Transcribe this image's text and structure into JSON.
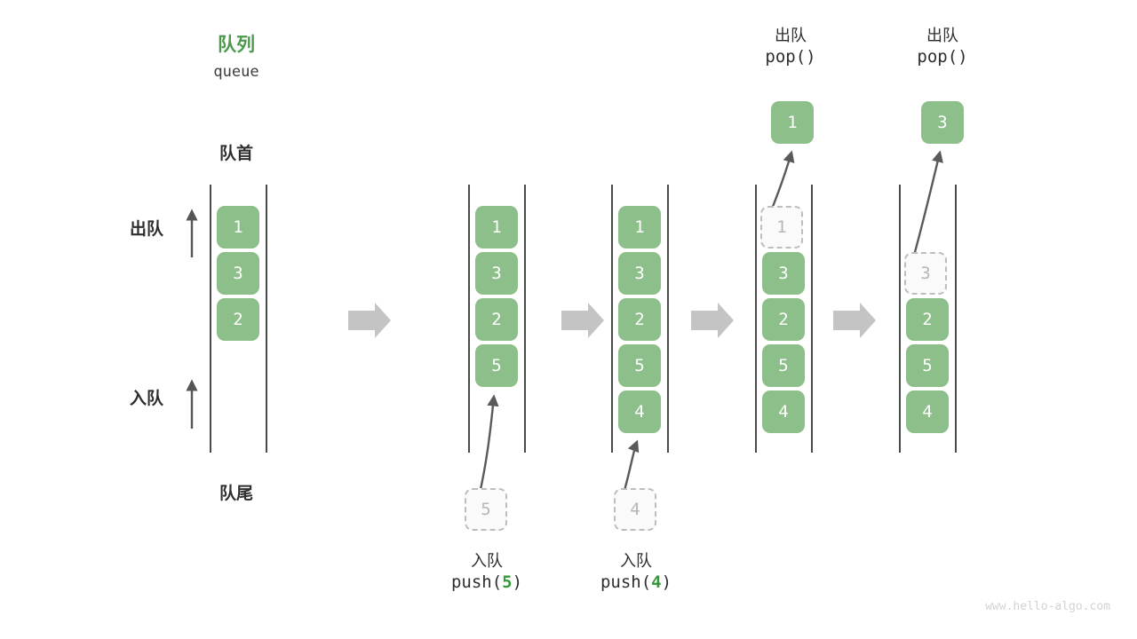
{
  "title": {
    "cn": "队列",
    "en": "queue",
    "color": "#4c9a4c"
  },
  "labels": {
    "front": "队首",
    "rear": "队尾",
    "dequeue": "出队",
    "enqueue": "入队"
  },
  "colors": {
    "element": "#8cbf89",
    "element_text": "#ffffff",
    "ghost_fill": "#fafafa",
    "ghost_border": "#bdbdbd",
    "ghost_text": "#b6b6b6",
    "rail": "#4a4a4a",
    "arrow": "#c4c4c4",
    "curve_arrow": "#5a5a5a",
    "accent": "#35993a",
    "text": "#2e2e2e"
  },
  "columns": [
    {
      "id": "initial",
      "cells": [
        {
          "value": "1",
          "state": "filled"
        },
        {
          "value": "3",
          "state": "filled"
        },
        {
          "value": "2",
          "state": "filled"
        }
      ]
    },
    {
      "id": "after-push-5",
      "cells": [
        {
          "value": "1",
          "state": "filled"
        },
        {
          "value": "3",
          "state": "filled"
        },
        {
          "value": "2",
          "state": "filled"
        },
        {
          "value": "5",
          "state": "filled"
        }
      ],
      "operation": {
        "cn": "入队",
        "code_prefix": "push(",
        "code_arg": "5",
        "code_suffix": ")"
      },
      "incoming": {
        "value": "5",
        "state": "ghost"
      }
    },
    {
      "id": "after-push-4",
      "cells": [
        {
          "value": "1",
          "state": "filled"
        },
        {
          "value": "3",
          "state": "filled"
        },
        {
          "value": "2",
          "state": "filled"
        },
        {
          "value": "5",
          "state": "filled"
        },
        {
          "value": "4",
          "state": "filled"
        }
      ],
      "operation": {
        "cn": "入队",
        "code_prefix": "push(",
        "code_arg": "4",
        "code_suffix": ")"
      },
      "incoming": {
        "value": "4",
        "state": "ghost"
      }
    },
    {
      "id": "after-pop-1",
      "cells": [
        {
          "value": "1",
          "state": "ghost"
        },
        {
          "value": "3",
          "state": "filled"
        },
        {
          "value": "2",
          "state": "filled"
        },
        {
          "value": "5",
          "state": "filled"
        },
        {
          "value": "4",
          "state": "filled"
        }
      ],
      "operation": {
        "cn": "出队",
        "code_prefix": "pop(",
        "code_arg": "",
        "code_suffix": ")"
      },
      "popped": {
        "value": "1",
        "state": "filled"
      }
    },
    {
      "id": "after-pop-3",
      "cells": [
        {
          "value": "",
          "state": "empty"
        },
        {
          "value": "3",
          "state": "ghost"
        },
        {
          "value": "2",
          "state": "filled"
        },
        {
          "value": "5",
          "state": "filled"
        },
        {
          "value": "4",
          "state": "filled"
        }
      ],
      "operation": {
        "cn": "出队",
        "code_prefix": "pop(",
        "code_arg": "",
        "code_suffix": ")"
      },
      "popped": {
        "value": "3",
        "state": "filled"
      }
    }
  ],
  "watermark": "www.hello-algo.com"
}
